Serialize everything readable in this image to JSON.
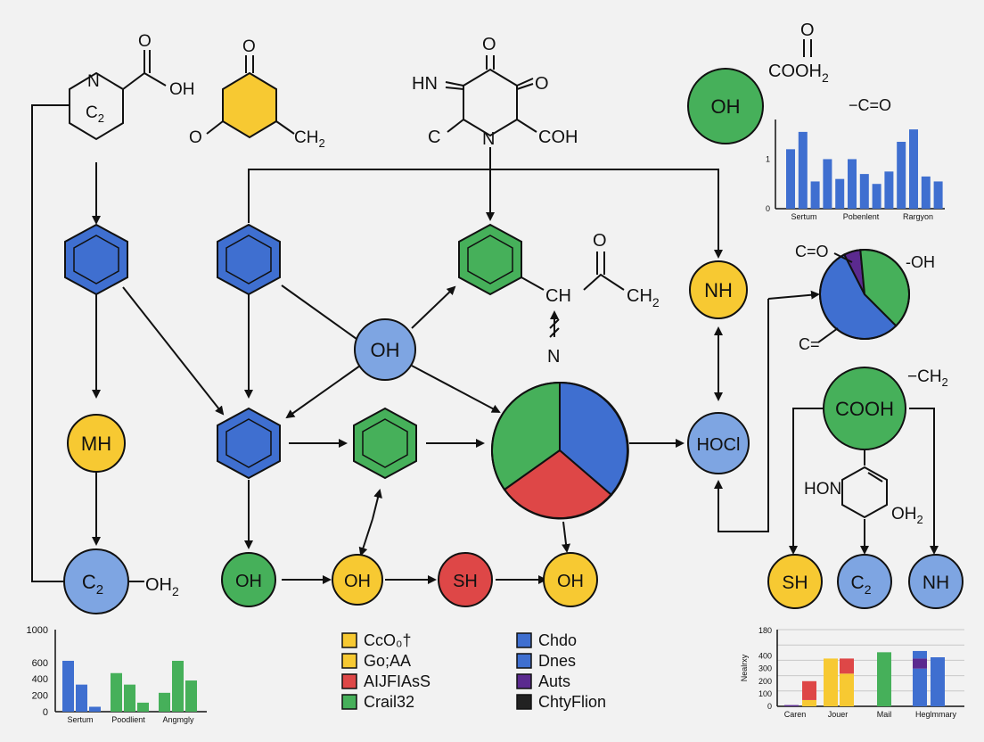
{
  "colors": {
    "blue": "#3f6fd0",
    "green": "#46b05a",
    "yellow": "#f7c932",
    "red": "#de4747",
    "lightblue": "#7ea5e2",
    "purple": "#5b2a8f",
    "black": "#222222",
    "background": "#f2f2f2"
  },
  "molecules": {
    "m1": {
      "n": "N",
      "c2": "C",
      "c2_sub": "2",
      "o": "O",
      "oh": "OH"
    },
    "m2": {
      "o_top": "O",
      "o_left": "O",
      "ch": "CH",
      "ch_sub": "2"
    },
    "m3": {
      "hn": "HN",
      "o1": "O",
      "o2": "O",
      "c": "C",
      "n": "N",
      "coh": "COH"
    },
    "m4": {
      "o": "O",
      "ch": "CH",
      "ch2": "CH",
      "ch2_sub": "2",
      "n": "N"
    },
    "cooh_top": {
      "o": "O",
      "label": "COOH",
      "sub": "2"
    },
    "c_eq_o": "−C=O",
    "ch2_right": {
      "label": "−CH",
      "sub": "2"
    },
    "c_eq_o_pie": "C=O",
    "oh_pie": "-OH",
    "c_eq_pie": "C=",
    "hon_ring": {
      "hon": "HON",
      "oh2": "OH",
      "oh2_sub": "2"
    },
    "oh2_left": {
      "label": "OH",
      "sub": "2"
    }
  },
  "nodes": {
    "oh_top": "OH",
    "nh_right": "NH",
    "oh_center": "OH",
    "mh": "MH",
    "c2_left": {
      "label": "C",
      "sub": "2"
    },
    "oh_bot1": "OH",
    "oh_bot2": "OH",
    "sh_bot": "SH",
    "oh_bot3": "OH",
    "hocl": "HOCl",
    "cooh_big": "COOH",
    "sh_right": "SH",
    "c2_right": {
      "label": "C",
      "sub": "2"
    },
    "nh_bot": "NH"
  },
  "legend": {
    "left": [
      {
        "color": "yellow",
        "label": "CcO₀†"
      },
      {
        "color": "yellow",
        "label": "Go;AA"
      },
      {
        "color": "red",
        "label": "AIJFIAsS"
      },
      {
        "color": "green",
        "label": "Crail32"
      }
    ],
    "right": [
      {
        "color": "blue",
        "label": "Chdo"
      },
      {
        "color": "blue",
        "label": "Dnes"
      },
      {
        "color": "purple",
        "label": "Auts"
      },
      {
        "color": "black",
        "label": "ChtyFlion"
      }
    ]
  },
  "chart_data": [
    {
      "type": "bar",
      "title": "",
      "xlabel": "",
      "ylabel": "",
      "yticks": [
        "0",
        "1"
      ],
      "ylim": [
        0,
        1.8
      ],
      "categories": [
        "Sertum",
        "Pobenlent",
        "Rargyon"
      ],
      "values": [
        1.2,
        1.55,
        0.55,
        1.0,
        0.6,
        1.0,
        0.7,
        0.5,
        0.75,
        1.35,
        1.6,
        0.65,
        0.55
      ]
    },
    {
      "type": "pie",
      "title": "",
      "series": [
        {
          "color": "blue",
          "value": 0.55
        },
        {
          "color": "purple",
          "value": 0.06
        },
        {
          "color": "green",
          "value": 0.39
        }
      ]
    },
    {
      "type": "bar",
      "title": "",
      "yticks": [
        "0",
        "200",
        "400",
        "600",
        "1000"
      ],
      "ylim": [
        0,
        1000
      ],
      "categories": [
        "Sertum",
        "Poodlient",
        "Angmgly"
      ],
      "series": [
        {
          "color": "blue",
          "values": [
            620,
            330,
            60
          ]
        },
        {
          "color": "green",
          "values": [
            470,
            330,
            110
          ]
        },
        {
          "color": "green",
          "values": [
            230,
            620,
            380
          ]
        }
      ]
    },
    {
      "type": "bar",
      "title": "",
      "ylabel": "Nealrxy",
      "yticks": [
        "0",
        "100",
        "200",
        "300",
        "400",
        "180"
      ],
      "categories": [
        "Caren",
        "Jouer",
        "Mail",
        "Heglmmary"
      ],
      "bars": [
        {
          "color": "purple",
          "values": [
            10
          ]
        },
        {
          "color": "yellow",
          "values": [
            50,
            150
          ]
        },
        {
          "color": "yellow",
          "values": [
            380
          ]
        },
        {
          "color": "yellow",
          "values": [
            260,
            120
          ]
        },
        {
          "color": "green",
          "values": [
            430
          ]
        },
        {
          "color": "blue",
          "values": [
            300,
            80,
            60
          ]
        },
        {
          "color": "blue",
          "values": [
            390
          ]
        }
      ]
    },
    {
      "type": "pie",
      "title": "",
      "series": [
        {
          "color": "blue",
          "value": 0.5
        },
        {
          "color": "red",
          "value": 0.25
        },
        {
          "color": "green",
          "value": 0.25
        }
      ]
    }
  ]
}
